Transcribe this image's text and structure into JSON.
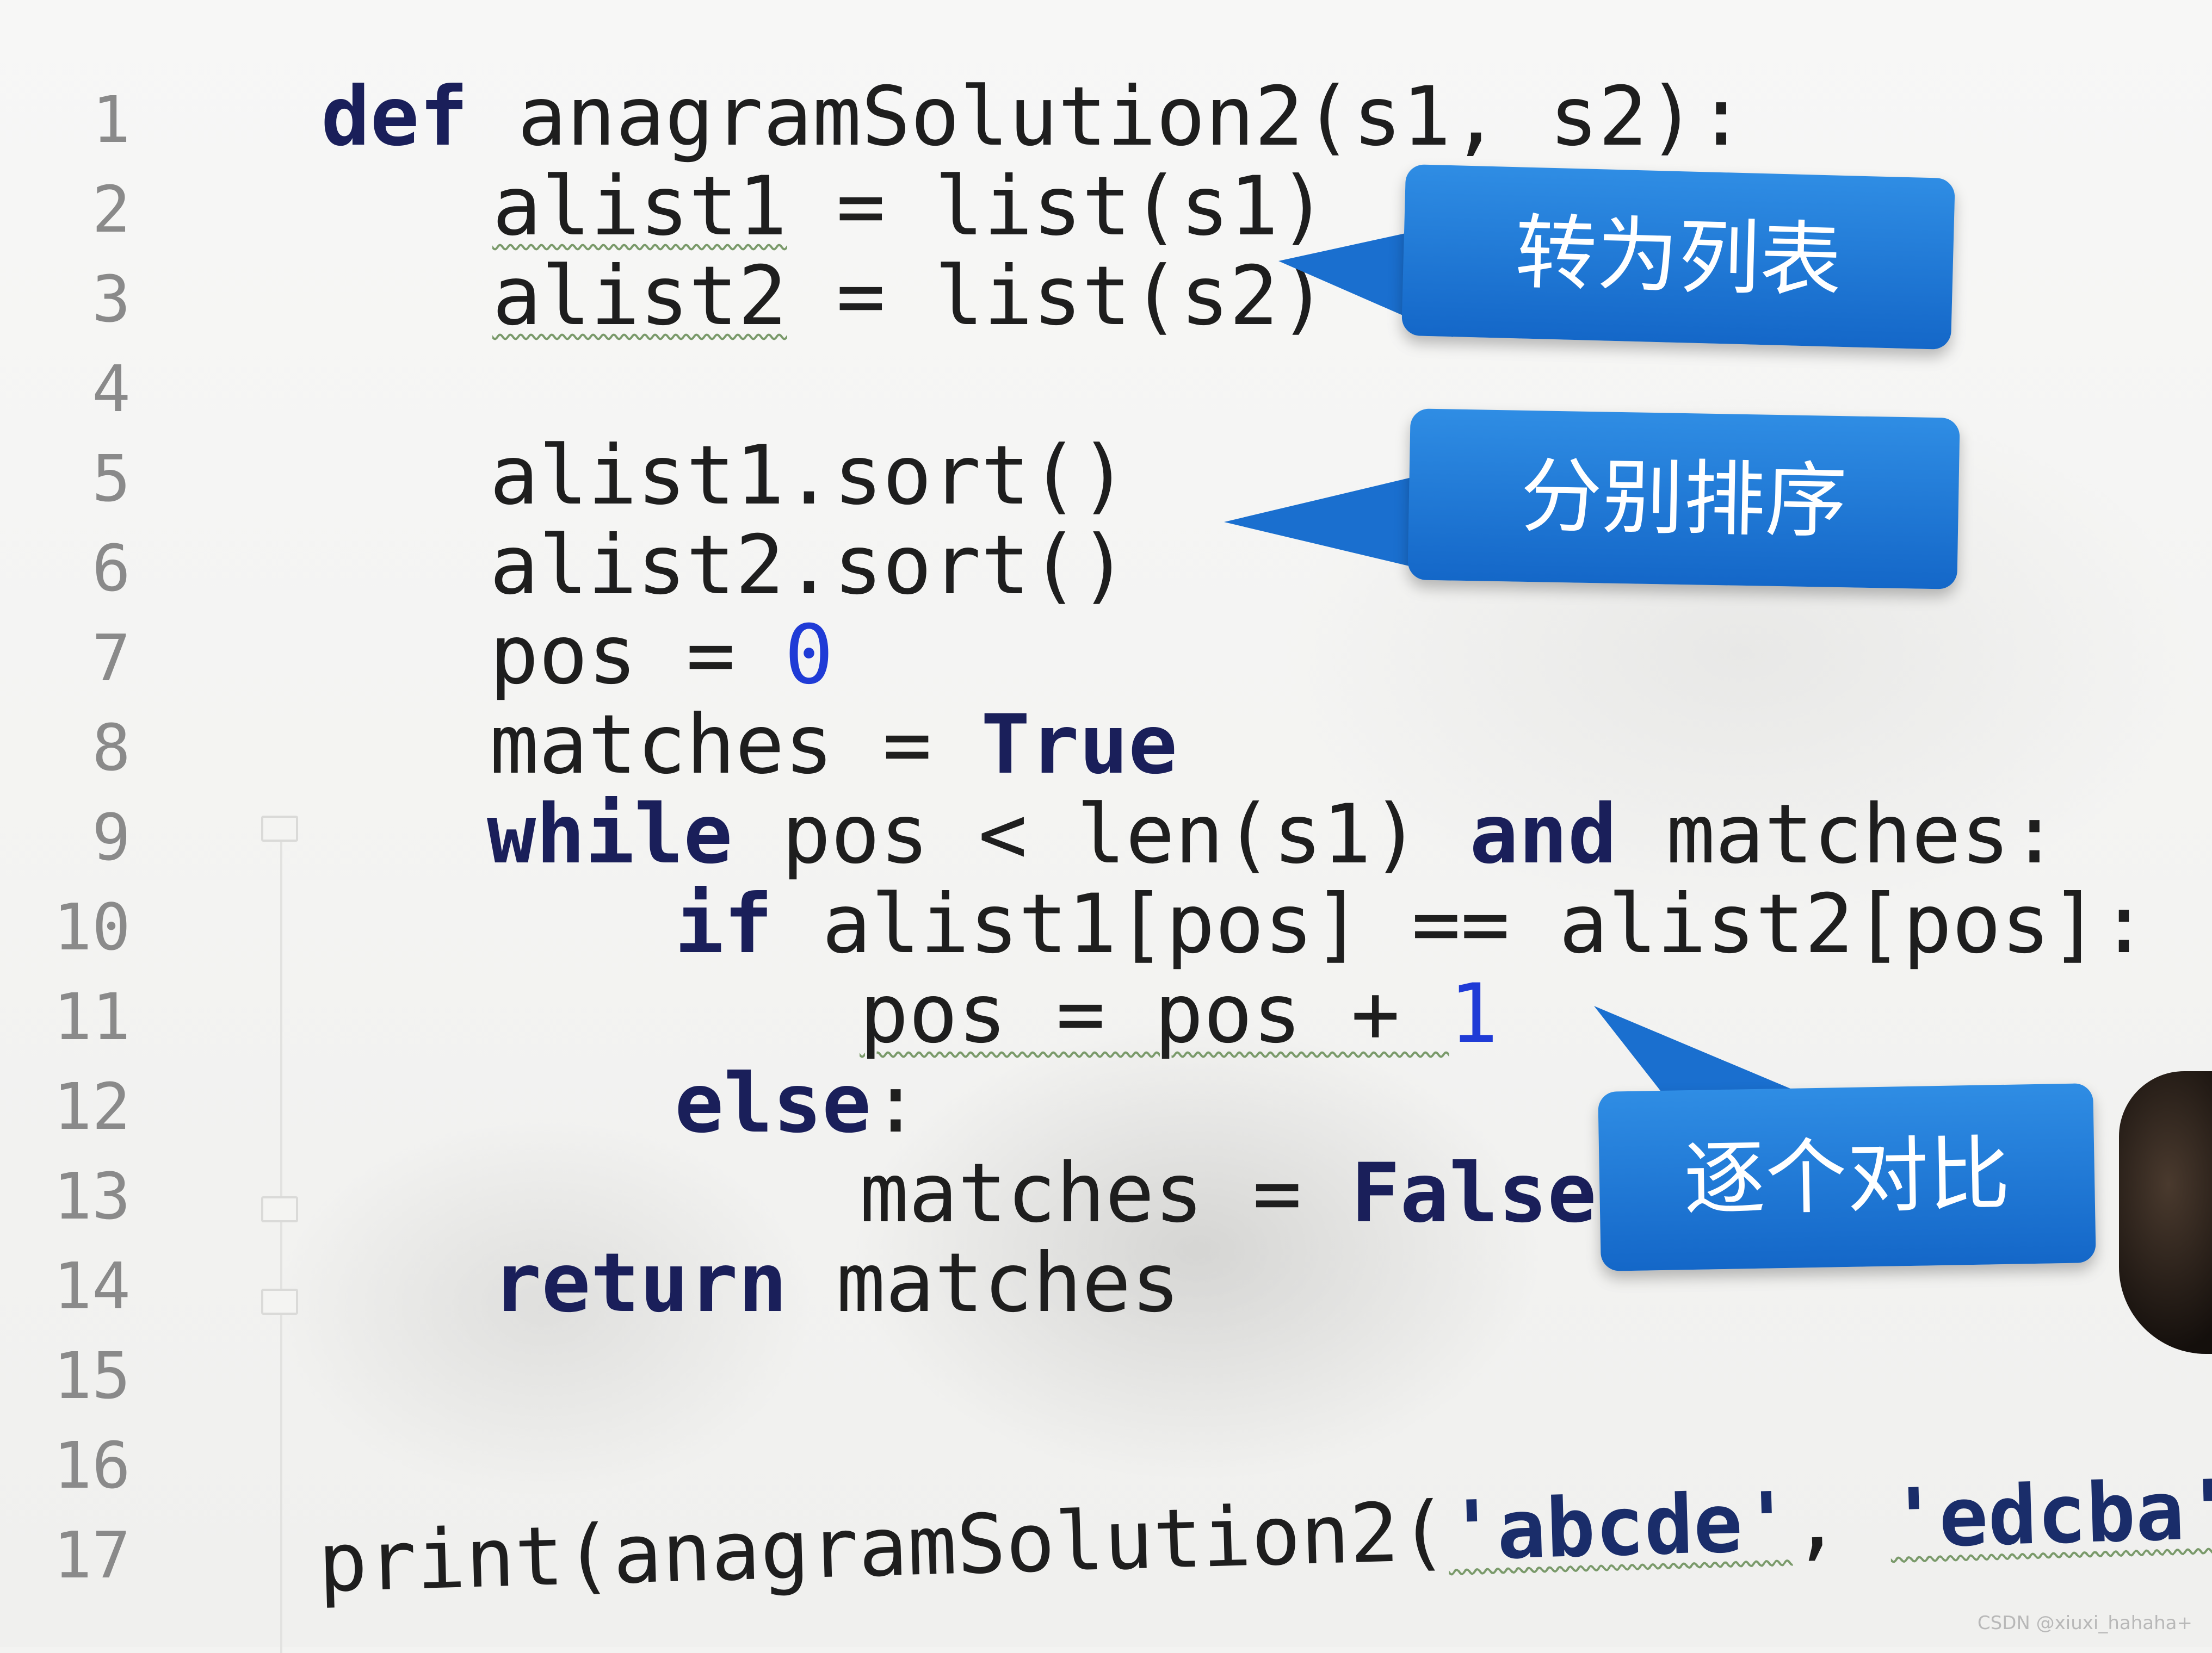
{
  "editor": {
    "line_numbers": [
      "1",
      "2",
      "3",
      "4",
      "5",
      "6",
      "7",
      "8",
      "9",
      "10",
      "11",
      "12",
      "13",
      "14",
      "15",
      "16",
      "17"
    ],
    "lines": {
      "l1": {
        "kw": "def",
        "rest": " anagramSolution2(s1, s2):"
      },
      "l2": {
        "a": "alist1",
        "b": " = list(s1)"
      },
      "l3": {
        "a": "alist2",
        "b": " = list(s2)"
      },
      "l5": {
        "text": "alist1.sort()"
      },
      "l6": {
        "text": "alist2.sort()"
      },
      "l7": {
        "a": "pos = ",
        "num": "0"
      },
      "l8": {
        "a": "matches = ",
        "kw": "True"
      },
      "l9": {
        "kw1": "while",
        "mid": " pos < len(s1) ",
        "kw2": "and",
        "end": " matches:"
      },
      "l10": {
        "kw": "if",
        "rest": " alist1[pos] == alist2[pos]:"
      },
      "l11": {
        "a": "pos = pos + ",
        "num": "1"
      },
      "l12": {
        "kw": "else",
        "rest": ":"
      },
      "l13": {
        "a": "matches = ",
        "kw": "False"
      },
      "l14": {
        "kw": "return",
        "rest": " matches"
      },
      "l17": {
        "a": "print(anagramSolution2(",
        "s1": "'abcde'",
        "mid": ", ",
        "s2": "'edcba'",
        "end": "))"
      }
    }
  },
  "callouts": {
    "to_list": "转为列表",
    "sort_each": "分别排序",
    "compare_each": "逐个对比"
  },
  "watermark": "CSDN @xiuxi_hahaha+",
  "colors": {
    "callout_blue": "#1f7ad8",
    "keyword": "#1a1f5a",
    "number": "#1f3bd6"
  }
}
